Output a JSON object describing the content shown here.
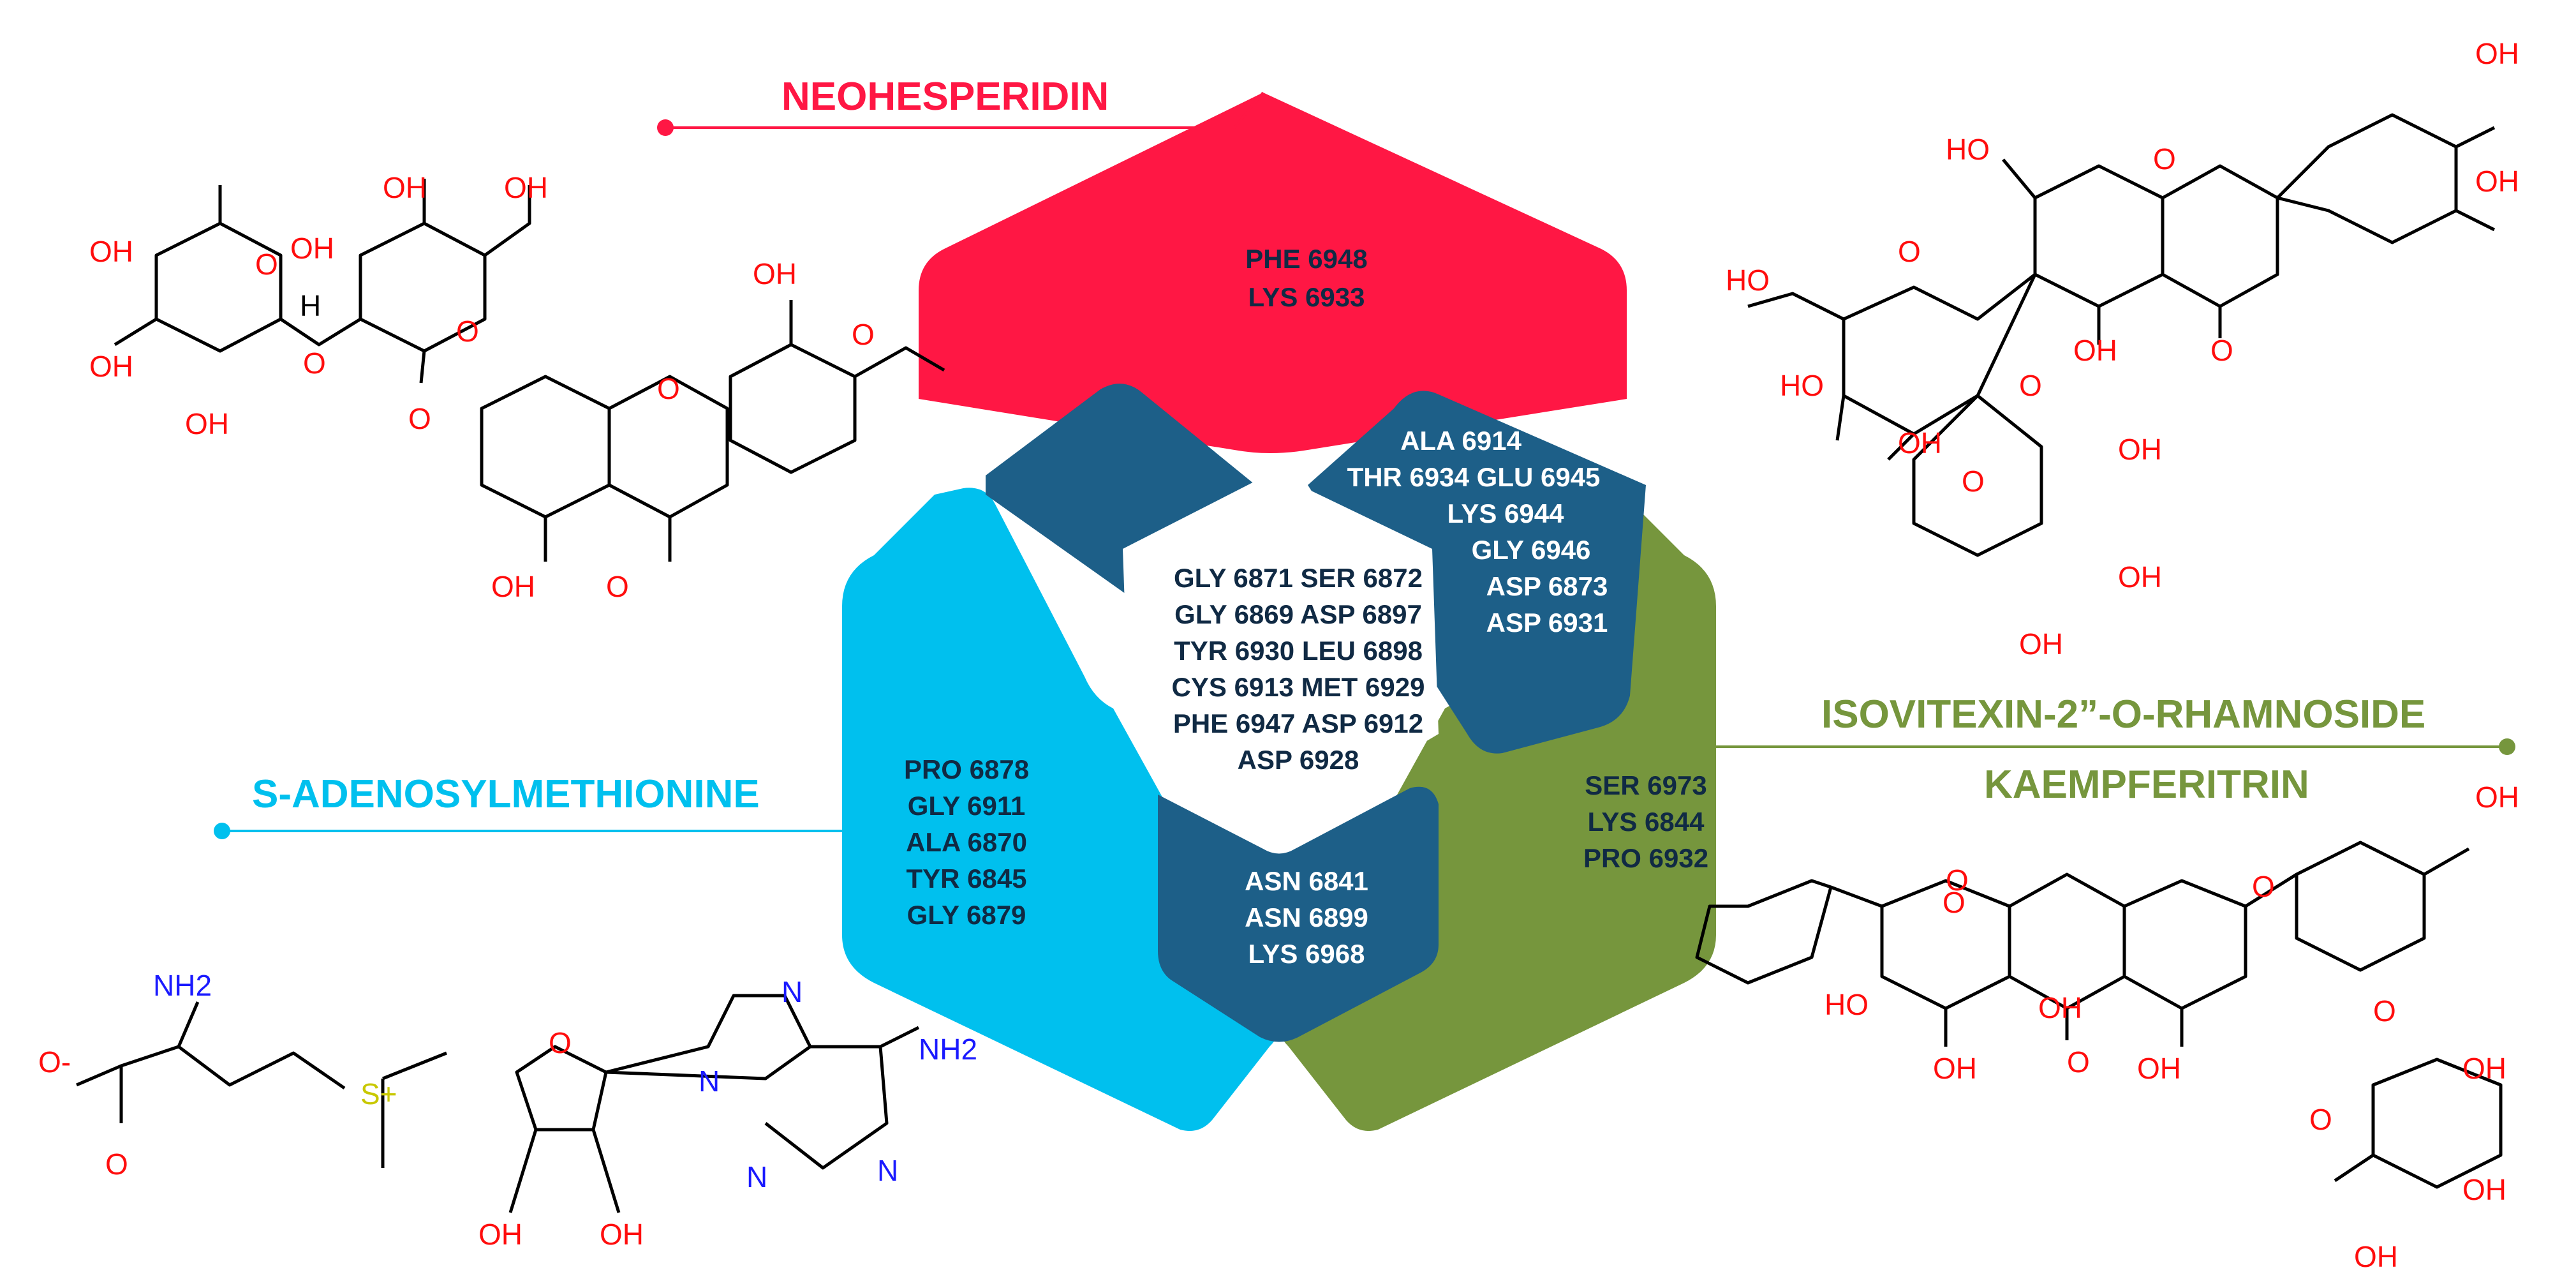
{
  "colors": {
    "neohesperidin": "#ff1744",
    "sam": "#00c0ee",
    "isovitexin": "#76963d",
    "core": "#1d5f88",
    "residue_text_dark": "#102a44",
    "residue_text_light": "#ffffff",
    "atom_oxygen": "#ff0d0d",
    "atom_nitrogen": "#1a1aff",
    "atom_sulfur": "#c8c800",
    "bond": "#000000"
  },
  "compounds": {
    "neohesperidin": "NEOHESPERIDIN",
    "sam": "S-ADENOSYLMETHIONINE",
    "isovitexin": "ISOVITEXIN-2”-O-RHAMNOSIDE",
    "kaempferitrin": "KAEMPFERITRIN"
  },
  "residues": {
    "neohesperidin": [
      "PHE 6948",
      "LYS 6933"
    ],
    "sam": [
      "PRO 6878",
      "GLY 6911",
      "ALA 6870",
      "TYR 6845",
      "GLY 6879"
    ],
    "isovitexin_kaempferitrin": [
      "SER 6973",
      "LYS 6844",
      "PRO 6932"
    ],
    "neo_iso_overlap": [
      "ALA 6914",
      "THR 6934 GLU 6945",
      "LYS 6944",
      "GLY 6946",
      "ASP 6873",
      "ASP 6931"
    ],
    "sam_iso_overlap": [
      "ASN 6841",
      "ASN 6899",
      "LYS 6968"
    ],
    "common": [
      "GLY 6871 SER 6872",
      "GLY 6869 ASP 6897",
      "TYR 6930 LEU 6898",
      "CYS 6913 MET 6929",
      "PHE 6947 ASP 6912",
      "ASP 6928"
    ]
  },
  "atoms": {
    "OH": "OH",
    "HO": "HO",
    "O": "O",
    "H": "H",
    "N": "N",
    "NH2": "NH2",
    "O_minus": "O-",
    "S_plus": "S+"
  }
}
